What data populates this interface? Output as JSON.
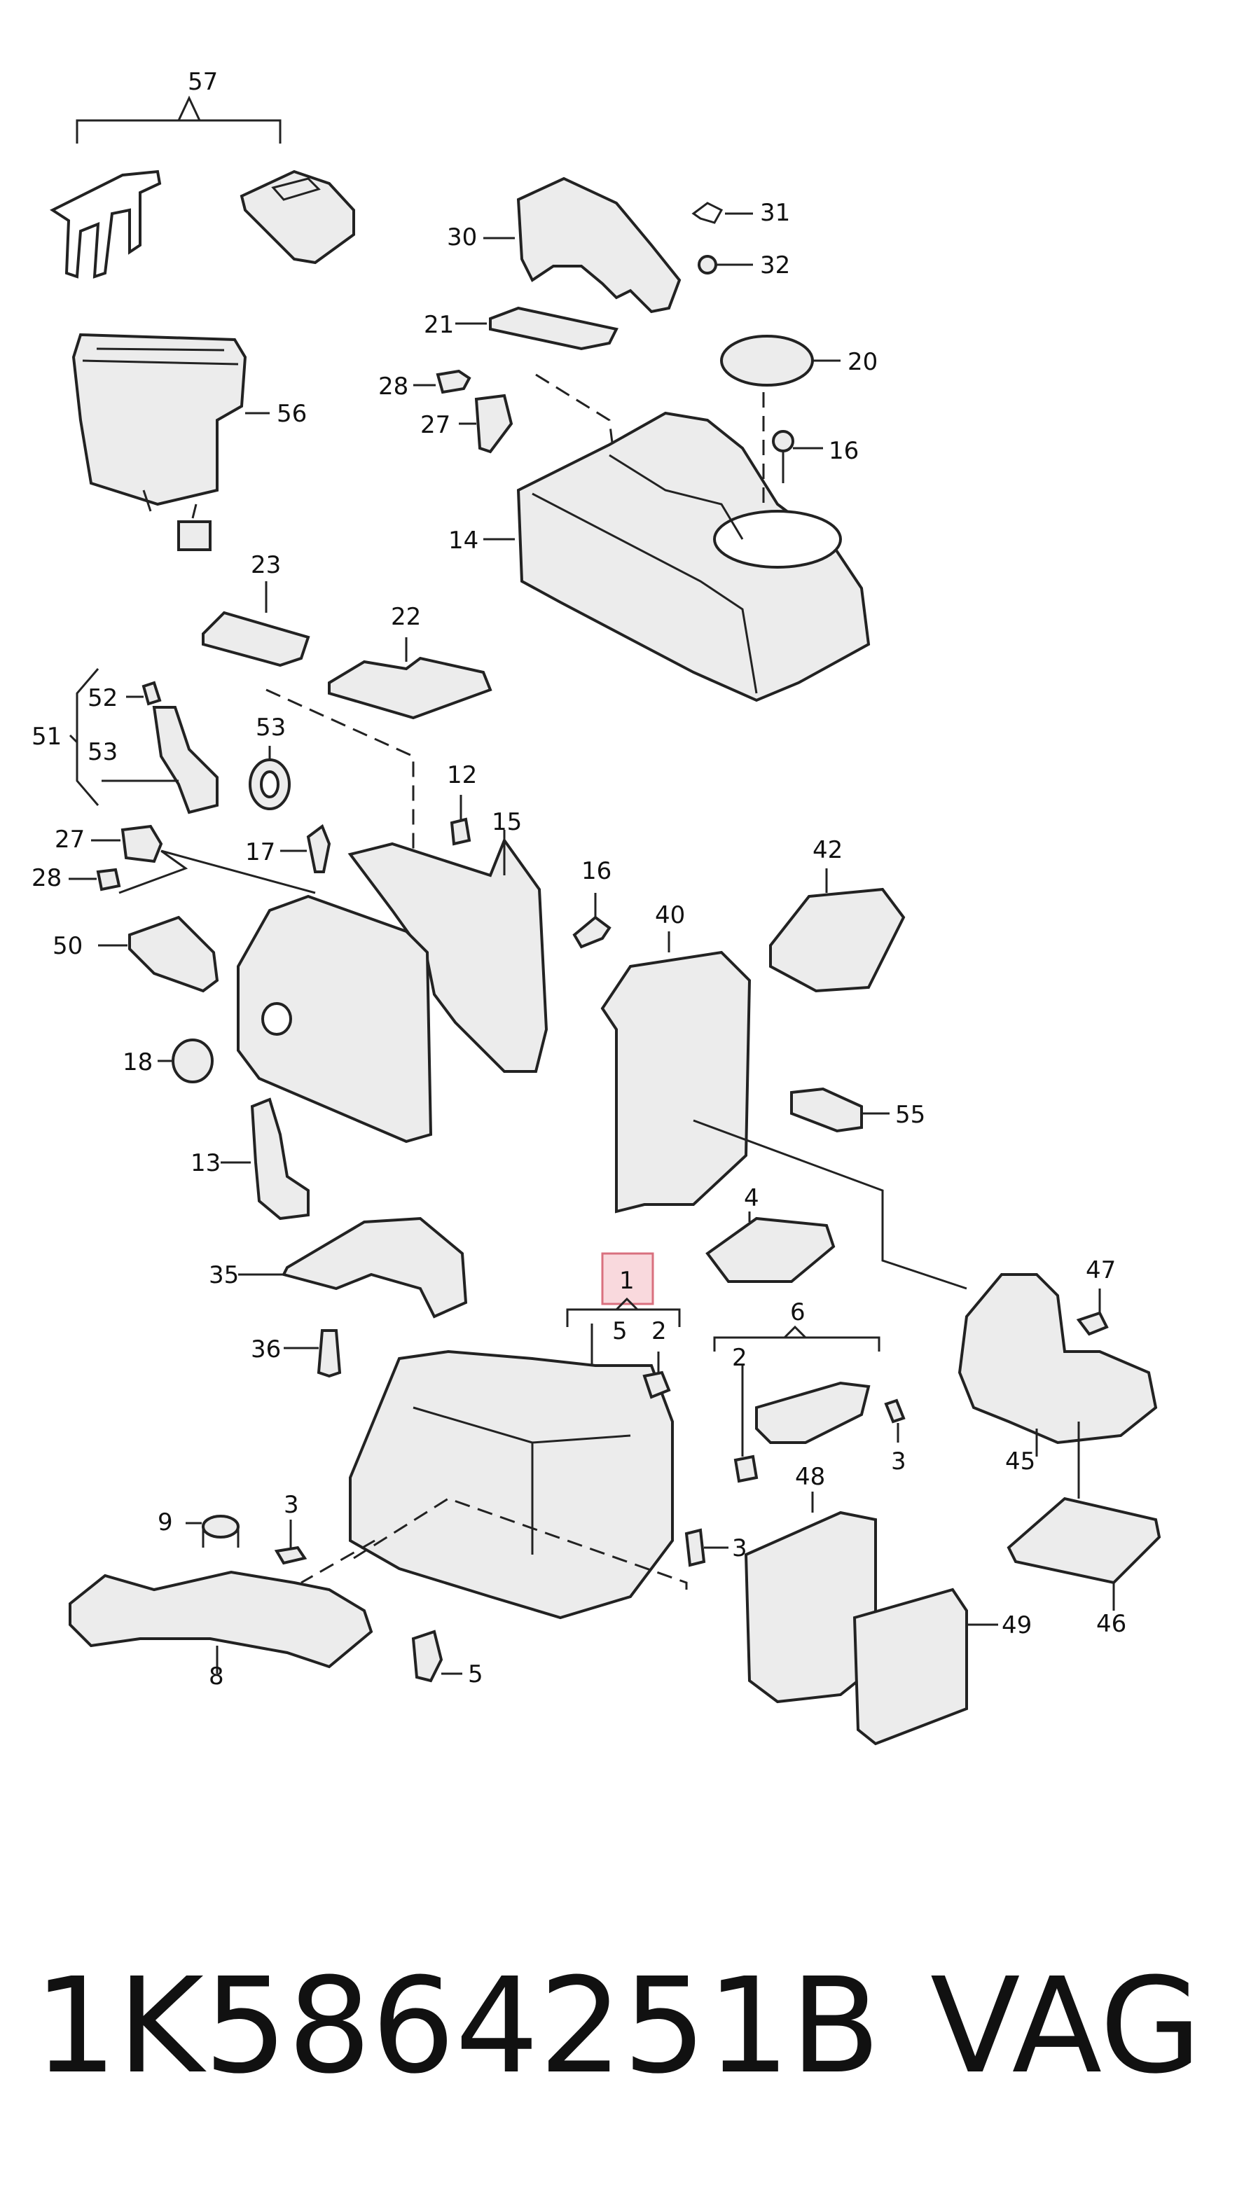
{
  "labels": {
    "l57": "57",
    "l30": "30",
    "l31": "31",
    "l32": "32",
    "l21": "21",
    "l20": "20",
    "l56": "56",
    "l28a": "28",
    "l27a": "27",
    "l16a": "16",
    "l14": "14",
    "l23": "23",
    "l22": "22",
    "l52": "52",
    "l51": "51",
    "l53a": "53",
    "l53b": "53",
    "l12": "12",
    "l15": "15",
    "l27b": "27",
    "l28b": "28",
    "l17": "17",
    "l16b": "16",
    "l42": "42",
    "l40": "40",
    "l50": "50",
    "l18": "18",
    "l55": "55",
    "l13": "13",
    "l4": "4",
    "l35": "35",
    "l1": "1",
    "l5a": "5",
    "l2a": "2",
    "l6": "6",
    "l47": "47",
    "l36": "36",
    "l2b": "2",
    "l3a": "3",
    "l45": "45",
    "l9": "9",
    "l3b": "3",
    "l3c": "3",
    "l48": "48",
    "l49": "49",
    "l46": "46",
    "l8": "8",
    "l5b": "5"
  },
  "footer": {
    "part_number": "1K5864251B",
    "brand": "VAG"
  },
  "colors": {
    "line": "#222222",
    "part_fill": "#ececec",
    "highlight_fill": "#f9d9dd",
    "highlight_stroke": "#d9707e"
  }
}
